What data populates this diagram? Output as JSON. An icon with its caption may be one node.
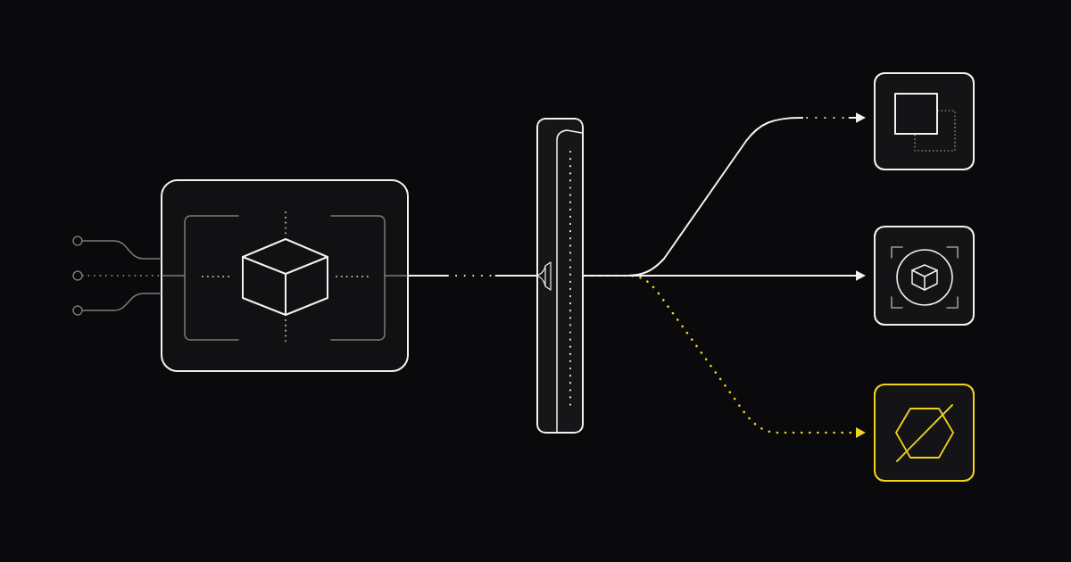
{
  "diagram": {
    "nodes": [
      {
        "text": [],
        "shape": "circle"
      },
      {
        "text": [],
        "shape": "circle"
      },
      {
        "text": [],
        "shape": "circle"
      },
      {
        "text": [],
        "shape": "box"
      },
      {
        "text": [],
        "shape": "bar"
      },
      {
        "text": [],
        "shape": "box"
      },
      {
        "text": [],
        "shape": "box"
      },
      {
        "text": [],
        "shape": "box"
      }
    ],
    "edges": [
      {
        "from": 0,
        "to": 3,
        "arrow": "none",
        "color": "#7c7c7c"
      },
      {
        "from": 1,
        "to": 3,
        "arrow": "none",
        "style": "dashed",
        "color": "#7c7c7c"
      },
      {
        "from": 2,
        "to": 3,
        "arrow": "none",
        "color": "#7c7c7c"
      },
      {
        "from": 3,
        "to": 4,
        "arrow": "none",
        "style": "dashed",
        "color": "#f2f2f2"
      },
      {
        "from": 4,
        "to": 5,
        "arrow": "to",
        "style": "dashed",
        "color": "#f2f2f2"
      },
      {
        "from": 4,
        "to": 6,
        "arrow": "to",
        "color": "#f2f2f2"
      },
      {
        "from": 4,
        "to": 7,
        "arrow": "to",
        "style": "dashed",
        "color": "#eed41c"
      }
    ]
  }
}
